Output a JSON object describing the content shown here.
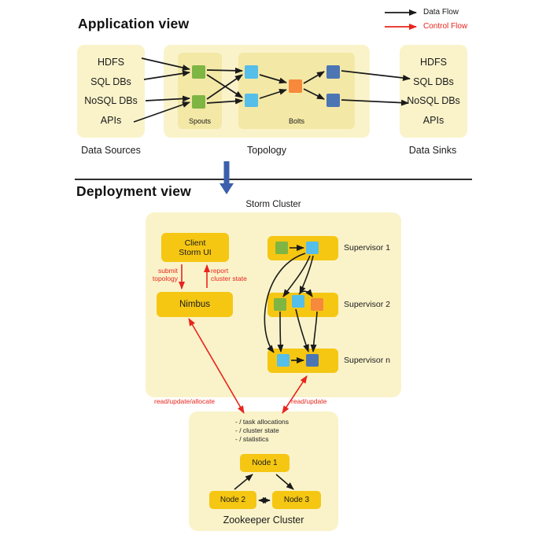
{
  "app": {
    "title": "Application view",
    "legend": {
      "data_flow": "Data Flow",
      "control_flow": "Control Flow"
    },
    "sources": {
      "label": "Data Sources",
      "items": [
        "HDFS",
        "SQL DBs",
        "NoSQL DBs",
        "APIs"
      ]
    },
    "topology": {
      "label": "Topology",
      "spouts": "Spouts",
      "bolts": "Bolts"
    },
    "sinks": {
      "label": "Data Sinks",
      "items": [
        "HDFS",
        "SQL DBs",
        "NoSQL DBs",
        "APIs"
      ]
    }
  },
  "deploy": {
    "title": "Deployment view",
    "storm": {
      "label": "Storm Cluster",
      "client_line1": "Client",
      "client_line2": "Storm UI",
      "nimbus": "Nimbus",
      "submit_line1": "submit",
      "submit_line2": "topology",
      "report_line1": "report",
      "report_line2": "cluster state",
      "supervisors": [
        "Supervisor 1",
        "Supervisor 2",
        "Supervisor n"
      ]
    },
    "links": {
      "nimbus_zk": "read/update/allocate",
      "supervisor_zk": "read/update"
    },
    "zookeeper": {
      "label": "Zookeeper Cluster",
      "notes": [
        "- / task allocations",
        "- / cluster state",
        "- / statistics"
      ],
      "nodes": [
        "Node 1",
        "Node 2",
        "Node 3"
      ]
    }
  },
  "colors": {
    "panel": "#FAF3CA",
    "inner_panel": "#F3E8A6",
    "gold": "#F5C713",
    "green": "#7FB543",
    "light_blue": "#55BEE9",
    "dark_blue": "#4B76B3",
    "orange": "#F6893B",
    "red": "#E8251D",
    "black": "#1a1a1a",
    "blue_arrow": "#3A5FAC"
  }
}
